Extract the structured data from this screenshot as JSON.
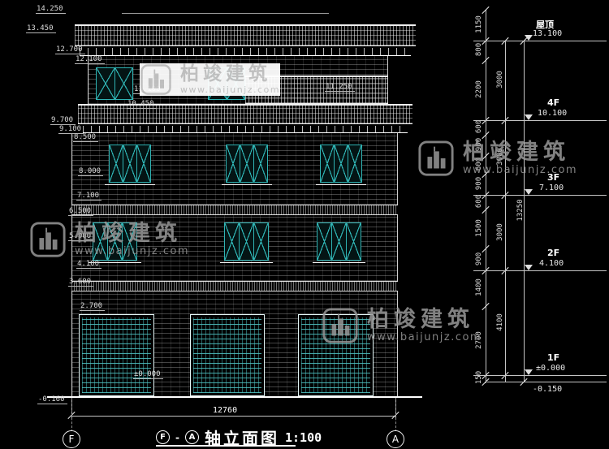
{
  "watermark": {
    "brand": "柏竣建筑",
    "url": "www.baijunjz.com"
  },
  "title": {
    "axis_from": "F",
    "axis_to": "A",
    "separator": "-",
    "name": "轴立面图",
    "scale": "1:100"
  },
  "axes": {
    "left": "F",
    "right": "A"
  },
  "dims_bottom": "12760",
  "levels_left": [
    "14.250",
    "13.450",
    "12.700",
    "12.100",
    "11.100",
    "10.450",
    "11.250",
    "9.700",
    "9.100",
    "8.500",
    "8.000",
    "7.100",
    "6.500",
    "5.000",
    "4.100",
    "3.600",
    "2.700",
    "±0.000",
    "-0.160"
  ],
  "dims_chain": [
    "1150",
    "800",
    "2200",
    "600",
    "900",
    "600",
    "900",
    "600",
    "1500",
    "900",
    "1400",
    "2700",
    "150"
  ],
  "dims_group": [
    "3000",
    "3000",
    "3000",
    "4100"
  ],
  "dims_total": "13250",
  "floors": [
    {
      "name": "屋顶",
      "level": "13.100"
    },
    {
      "name": "4F",
      "level": "10.100"
    },
    {
      "name": "3F",
      "level": "7.100"
    },
    {
      "name": "2F",
      "level": "4.100"
    },
    {
      "name": "1F",
      "level": "±0.000"
    },
    {
      "name": "",
      "level": "-0.150"
    }
  ]
}
